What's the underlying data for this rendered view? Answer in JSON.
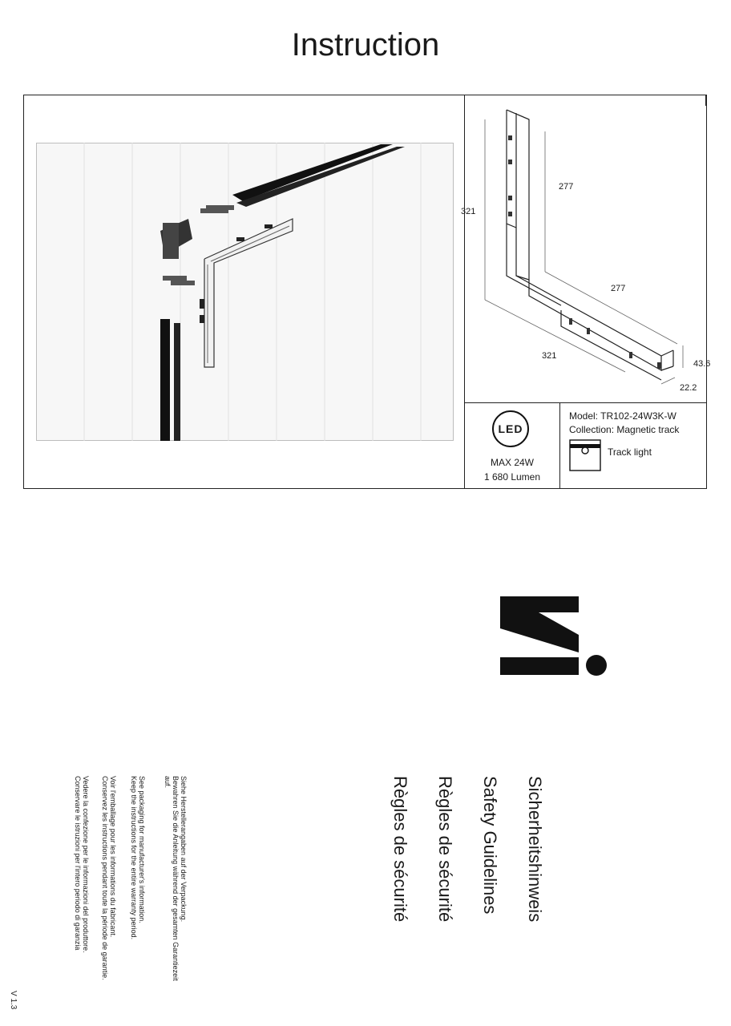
{
  "header": {
    "title": "Instruction"
  },
  "dimensions": {
    "height_left": "321",
    "height_right": "277",
    "depth_right": "277",
    "depth_left": "321",
    "profile_height": "43.6",
    "profile_width": "22.2"
  },
  "specs": {
    "led_badge": "LED",
    "max_power": "MAX 24W",
    "lumen": "1 680 Lumen",
    "model": "Model: TR102-24W3K-W",
    "collection": "Collection: Magnetic track",
    "type": "Track light"
  },
  "brand": {
    "logo_alt": "M."
  },
  "safety": {
    "headings": [
      "Sicherheitshinweis",
      "Safety Guidelines",
      "Règles de sécurité",
      "Règles de sécurité"
    ],
    "notes": [
      [
        "Siehe Herstellerangaben auf der Verpackung.",
        "Bewahren Sie die Anleitung während der gesamten Garantiezeit",
        "auf."
      ],
      [
        "See packaging for manufacturer's information.",
        "Keep the instructions for the entire warranty period."
      ],
      [
        "Voir l'emballage pour les informations du fabricant.",
        "Conservez les instructions pendant toute la période de garantie."
      ],
      [
        "Vedere la confezione per le informazioni del produttore.",
        "Conservare le istruzioni per l'intero periodo di garanzia"
      ]
    ]
  },
  "footer": {
    "version": "V 1.3"
  }
}
